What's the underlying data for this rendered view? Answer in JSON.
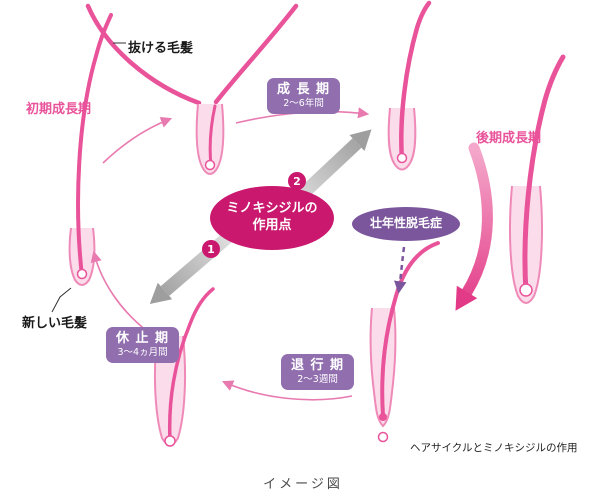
{
  "labels": {
    "falling_hair": "抜ける毛髪",
    "early_growth": "初期成長期",
    "late_growth": "後期成長期",
    "new_hair": "新しい毛髪"
  },
  "phases": {
    "growth": {
      "name": "成 長 期",
      "duration": "2～6年間"
    },
    "resting": {
      "name": "休 止 期",
      "duration": "3～4ヵ月間"
    },
    "regression": {
      "name": "退 行 期",
      "duration": "2～3週間"
    }
  },
  "callouts": {
    "minoxidil_line1": "ミノキシジルの",
    "minoxidil_line2": "作用点",
    "baldness": "壮年性脱毛症"
  },
  "badges": {
    "step1": "1",
    "step2": "2"
  },
  "captions": {
    "diagram_note": "ヘアサイクルとミノキシジルの作用",
    "image_note": "イメージ図"
  },
  "colors": {
    "hair_pink": "#e9539a",
    "follicle_outline": "#ef8ab8",
    "follicle_fill": "#fbdcea",
    "phase_box_purple": "#916fae",
    "minoxidil_magenta": "#c9186e",
    "baldness_purple": "#7b569c",
    "arrow_gray": "#9e9e9e",
    "swoosh_pink": "#e23a86"
  }
}
